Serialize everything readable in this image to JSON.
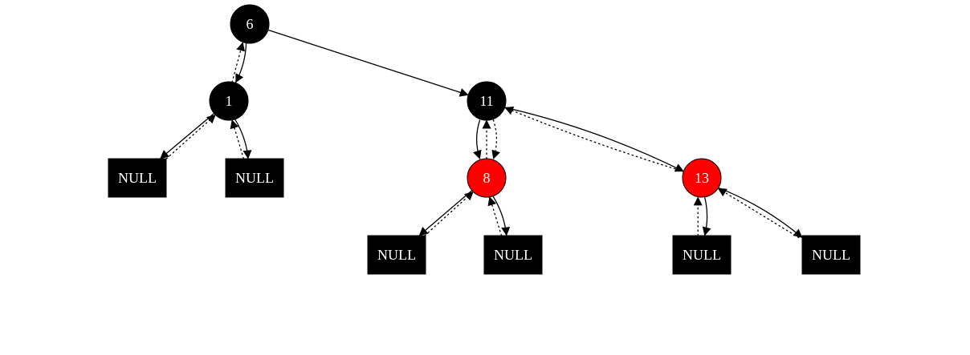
{
  "tree": {
    "nodes": [
      {
        "id": "n6",
        "label": "6",
        "kind": "circle",
        "color": "#000000"
      },
      {
        "id": "n1",
        "label": "1",
        "kind": "circle",
        "color": "#000000"
      },
      {
        "id": "n11",
        "label": "11",
        "kind": "circle",
        "color": "#000000"
      },
      {
        "id": "n8",
        "label": "8",
        "kind": "circle",
        "color": "#ff0000"
      },
      {
        "id": "n13",
        "label": "13",
        "kind": "circle",
        "color": "#ff0000"
      },
      {
        "id": "nl1",
        "label": "NULL",
        "kind": "rect",
        "color": "#000000"
      },
      {
        "id": "nr1",
        "label": "NULL",
        "kind": "rect",
        "color": "#000000"
      },
      {
        "id": "nl8",
        "label": "NULL",
        "kind": "rect",
        "color": "#000000"
      },
      {
        "id": "nr8",
        "label": "NULL",
        "kind": "rect",
        "color": "#000000"
      },
      {
        "id": "nl13",
        "label": "NULL",
        "kind": "rect",
        "color": "#000000"
      },
      {
        "id": "nr13",
        "label": "NULL",
        "kind": "rect",
        "color": "#000000"
      }
    ],
    "edges": [
      {
        "from": "n6",
        "to": "n1",
        "style": "solid"
      },
      {
        "from": "n1",
        "to": "n6",
        "style": "dotted"
      },
      {
        "from": "n6",
        "to": "n11",
        "style": "solid"
      },
      {
        "from": "n1",
        "to": "nl1",
        "style": "solid"
      },
      {
        "from": "nl1",
        "to": "n1",
        "style": "dotted"
      },
      {
        "from": "n1",
        "to": "nr1",
        "style": "solid"
      },
      {
        "from": "nr1",
        "to": "n1",
        "style": "dotted"
      },
      {
        "from": "n11",
        "to": "n8",
        "style": "solid"
      },
      {
        "from": "n8",
        "to": "n11",
        "style": "dotted"
      },
      {
        "from": "n11",
        "to": "n8",
        "style": "dotted"
      },
      {
        "from": "n11",
        "to": "n13",
        "style": "solid"
      },
      {
        "from": "n13",
        "to": "n11",
        "style": "dotted"
      },
      {
        "from": "n8",
        "to": "nl8",
        "style": "solid"
      },
      {
        "from": "nl8",
        "to": "n8",
        "style": "dotted"
      },
      {
        "from": "n8",
        "to": "nr8",
        "style": "solid"
      },
      {
        "from": "nr8",
        "to": "n8",
        "style": "dotted"
      },
      {
        "from": "n13",
        "to": "nl13",
        "style": "solid"
      },
      {
        "from": "nl13",
        "to": "n13",
        "style": "dotted"
      },
      {
        "from": "n13",
        "to": "nr13",
        "style": "solid"
      },
      {
        "from": "nr13",
        "to": "n13",
        "style": "dotted"
      }
    ]
  }
}
